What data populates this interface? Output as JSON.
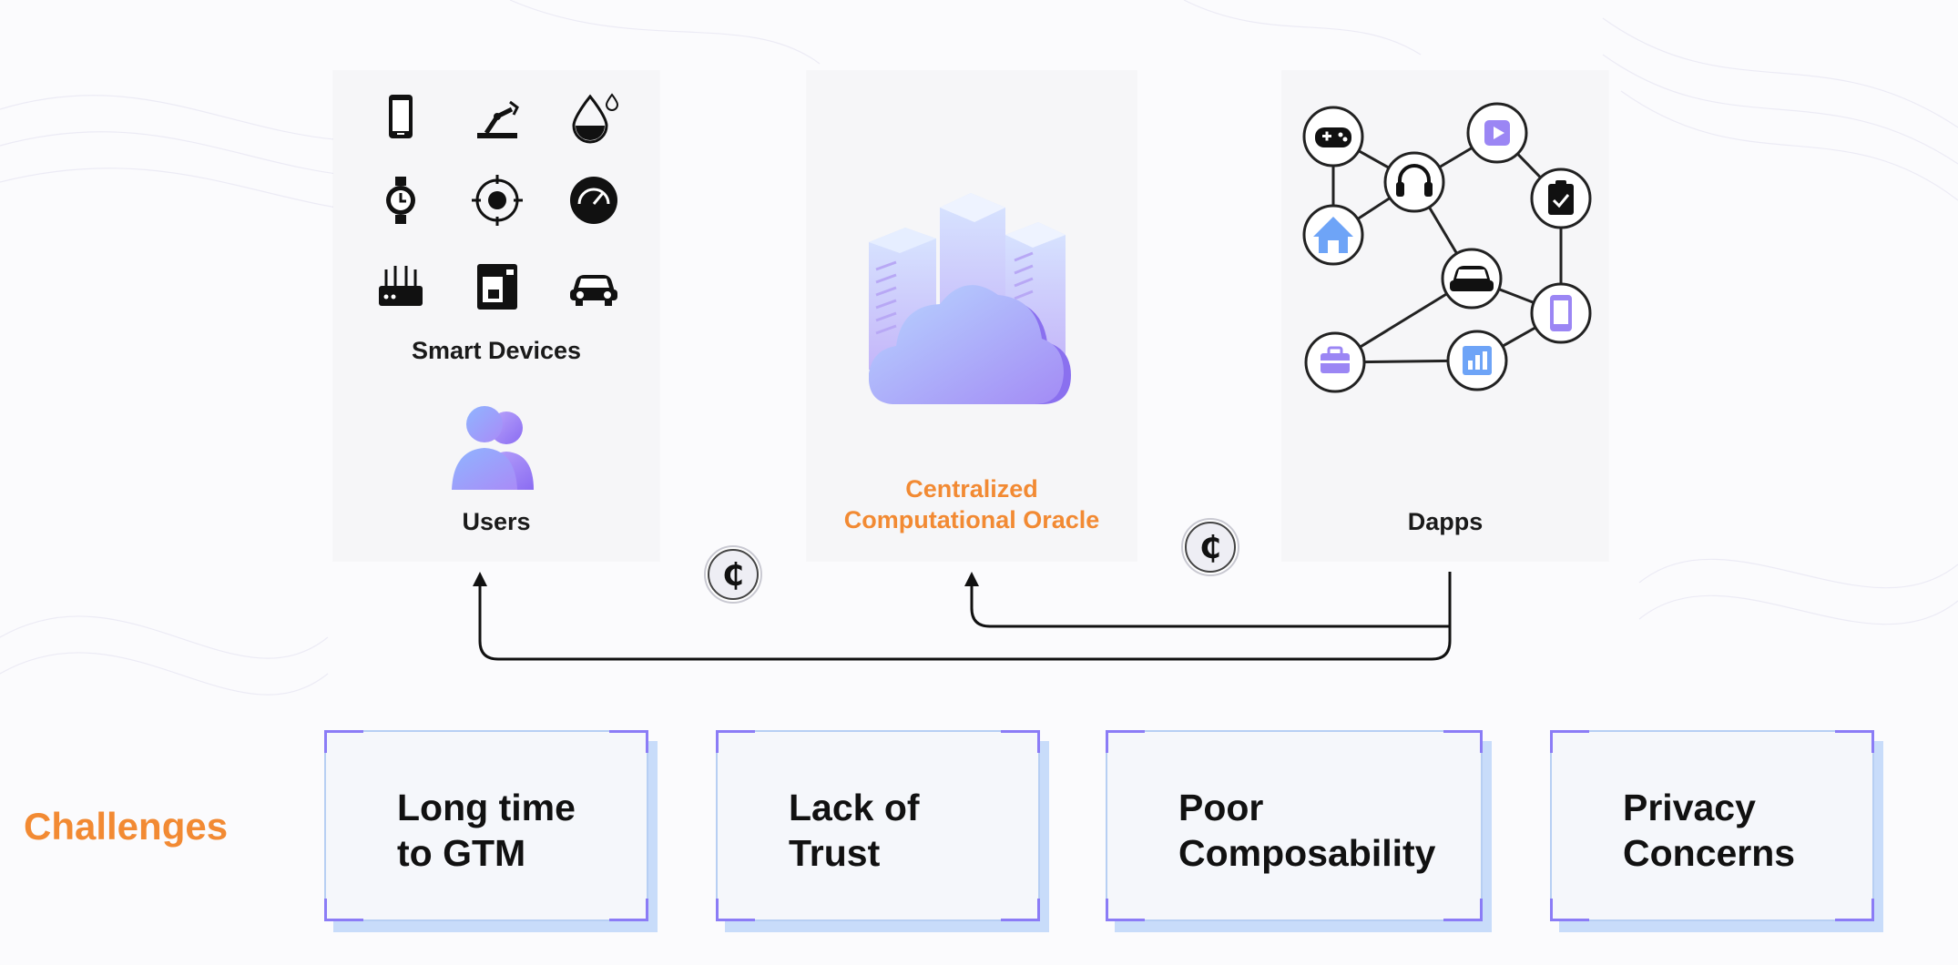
{
  "panels": {
    "devices": {
      "title": "Smart Devices",
      "users_label": "Users",
      "icons": [
        "smartphone-icon",
        "robot-arm-icon",
        "water-drop-icon",
        "smartwatch-icon",
        "target-sensor-icon",
        "gauge-icon",
        "router-icon",
        "coffee-machine-icon",
        "car-icon"
      ]
    },
    "oracle": {
      "line1": "Centralized",
      "line2": "Computational Oracle",
      "icon": "cloud-servers-icon"
    },
    "dapps": {
      "title": "Dapps",
      "icons": [
        "gamepad-icon",
        "headphones-icon",
        "play-icon",
        "clipboard-icon",
        "home-icon",
        "car-icon",
        "phone-icon",
        "briefcase-icon",
        "bar-chart-icon"
      ]
    }
  },
  "flows": {
    "coin_icon": "coin-icon",
    "coin_symbol": "₵"
  },
  "challenges": {
    "title": "Challenges",
    "cards": [
      {
        "line1": "Long time",
        "line2": "to GTM"
      },
      {
        "line1": "Lack of",
        "line2": "Trust"
      },
      {
        "line1": "Poor",
        "line2": "Composability"
      },
      {
        "line1": "Privacy",
        "line2": "Concerns"
      }
    ]
  },
  "colors": {
    "accent_orange": "#f28a33",
    "accent_purple": "#8b7cf6",
    "accent_blue": "#9ec5fb",
    "card_shadow": "#c8dcfa"
  }
}
